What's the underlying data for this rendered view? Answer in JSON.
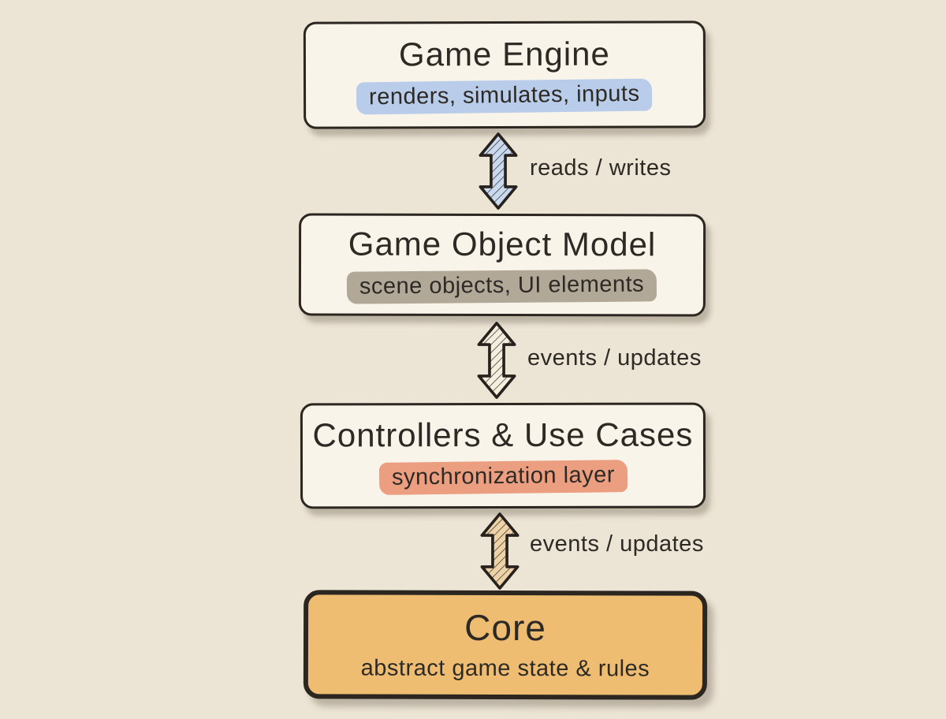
{
  "colors": {
    "background": "#ece4d4",
    "box-fill": "#f8f4e9",
    "box-border": "#2b2620",
    "text": "#2d2a25",
    "blue-highlight": "#b9cce9",
    "gray-highlight": "#b2a898",
    "salmon-highlight": "#ec9e81",
    "core-fill": "#efbd72",
    "arrow-outline": "#26211c",
    "shadow": "rgba(110,100,85,0.38)"
  },
  "diagram": {
    "boxes": [
      {
        "title": "Game Engine",
        "subtitle": "renders, simulates, inputs",
        "highlight": "blue"
      },
      {
        "title": "Game Object Model",
        "subtitle": "scene objects, UI elements",
        "highlight": "gray"
      },
      {
        "title": "Controllers & Use Cases",
        "subtitle": "synchronization layer",
        "highlight": "salmon"
      },
      {
        "title": "Core",
        "subtitle": "abstract game state & rules",
        "highlight": "none"
      }
    ],
    "arrows": [
      {
        "label": "reads / writes",
        "fill": "#c9d9ef"
      },
      {
        "label": "events / updates",
        "fill": "#f4eedf"
      },
      {
        "label": "events / updates",
        "fill": "#eed3a8"
      }
    ]
  }
}
